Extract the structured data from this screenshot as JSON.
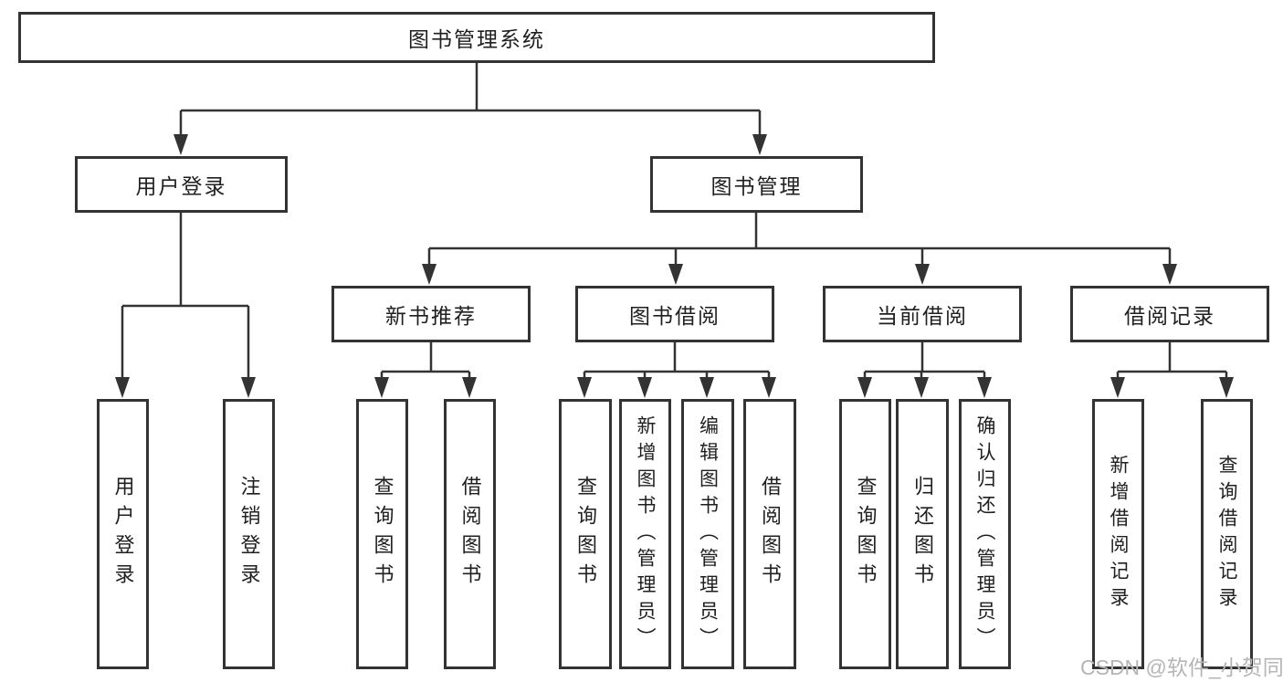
{
  "diagram": {
    "root": "图书管理系统",
    "branches": [
      {
        "label": "用户登录",
        "children": [
          {
            "label": "用户登录"
          },
          {
            "label": "注销登录"
          }
        ]
      },
      {
        "label": "图书管理",
        "children": [
          {
            "label": "新书推荐",
            "children": [
              {
                "label": "查询图书"
              },
              {
                "label": "借阅图书"
              }
            ]
          },
          {
            "label": "图书借阅",
            "children": [
              {
                "label": "查询图书"
              },
              {
                "label": "新增图书（管理员）"
              },
              {
                "label": "编辑图书（管理员）"
              },
              {
                "label": "借阅图书"
              }
            ]
          },
          {
            "label": "当前借阅",
            "children": [
              {
                "label": "查询图书"
              },
              {
                "label": "归还图书"
              },
              {
                "label": "确认归还（管理员）"
              }
            ]
          },
          {
            "label": "借阅记录",
            "children": [
              {
                "label": "新增借阅记录"
              },
              {
                "label": "查询借阅记录"
              }
            ]
          }
        ]
      }
    ]
  },
  "colors": {
    "line": "#333333",
    "text": "#1f1f1f",
    "watermark": "#b5b5b5"
  },
  "watermark": "CSDN @软件_小贺同学"
}
